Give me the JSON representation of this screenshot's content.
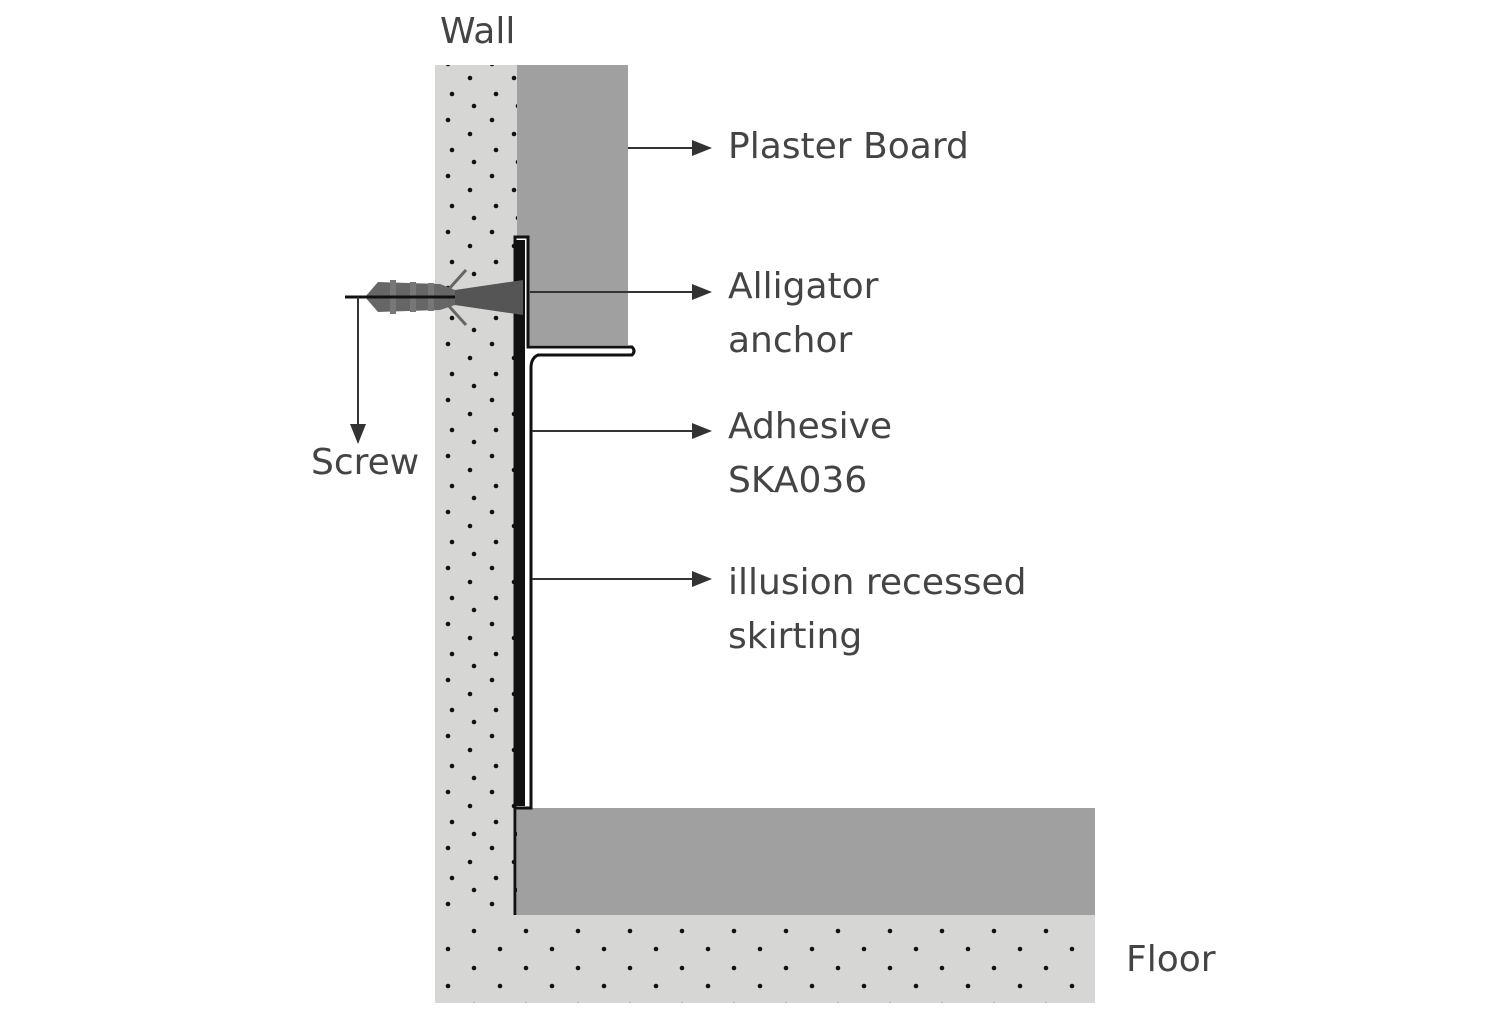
{
  "labels": {
    "wall": "Wall",
    "plaster_board": "Plaster Board",
    "alligator_line1": "Alligator",
    "alligator_line2": "anchor",
    "adhesive_line1": "Adhesive",
    "adhesive_line2": "SKA036",
    "skirting_line1": "illusion recessed",
    "skirting_line2": "skirting",
    "screw": "Screw",
    "floor": "Floor"
  },
  "colors": {
    "concrete": "#d6d6d4",
    "board": "#a0a0a0",
    "profile": "#111111",
    "text": "#444444"
  }
}
